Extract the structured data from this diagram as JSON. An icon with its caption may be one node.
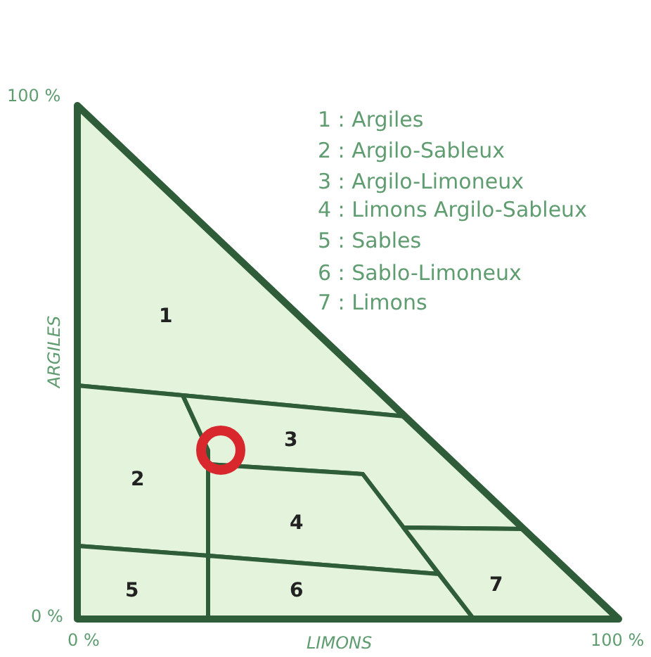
{
  "diagram": {
    "nodes": [
      {
        "text": [
          "1"
        ]
      },
      {
        "text": [
          "2"
        ]
      },
      {
        "text": [
          "3"
        ]
      },
      {
        "text": [
          "4"
        ]
      },
      {
        "text": [
          "5"
        ]
      },
      {
        "text": [
          "6"
        ]
      },
      {
        "text": [
          "7"
        ]
      }
    ],
    "labels": [
      "100 %",
      "1 : Argiles",
      "2 : Argilo-Sableux",
      "3 : Argilo-Limoneux",
      "4 : Limons Argilo-Sableux",
      "5 : Sables",
      "6 : Sablo-Limoneux",
      "7 : Limons",
      "ARGILES",
      "0 %",
      "0 %",
      "LIMONS",
      "100 %"
    ]
  }
}
